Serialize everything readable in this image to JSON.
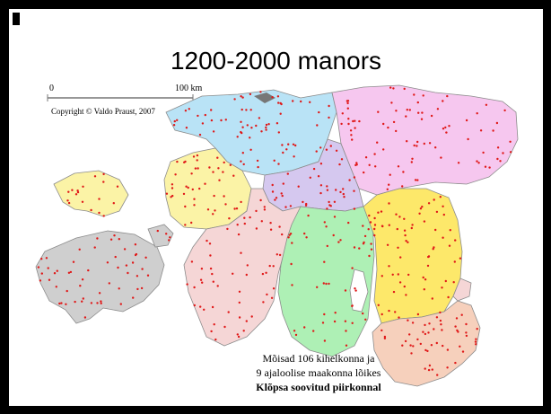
{
  "slide": {
    "title": "1200-2000 manors"
  },
  "map": {
    "scale_start": "0",
    "scale_end": "100 km",
    "copyright": "Copyright © Valdo Praust, 2007",
    "caption_line1": "Mõisad 106 kihelkonna ja",
    "caption_line2": "9 ajaloolise maakonna lõikes",
    "caption_line3": "Klõpsa soovitud piirkonnal",
    "colors": {
      "harju": "#b9e3f6",
      "virumaa": "#f6c7ef",
      "laane": "#fbf3a6",
      "parnu": "#f5d6d6",
      "jarva": "#d5c8ef",
      "viljandi": "#aef0b5",
      "tartu": "#fde86a",
      "voru": "#f6d0bc",
      "saare": "#cfcfcf",
      "hiiu": "#fbf3a6",
      "dots": "#e01818",
      "borders": "#8c8c8c"
    }
  }
}
